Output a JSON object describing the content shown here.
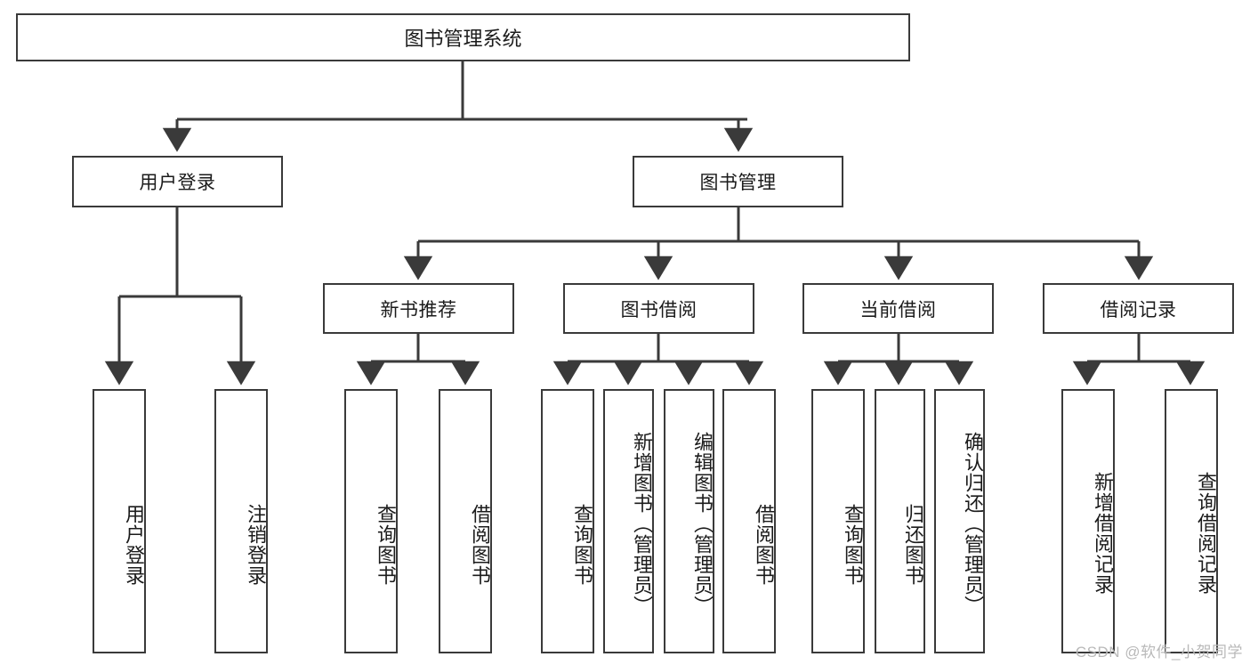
{
  "diagram": {
    "title": "图书管理系统",
    "type": "tree",
    "root": {
      "label": "图书管理系统"
    },
    "level2": [
      {
        "label": "用户登录"
      },
      {
        "label": "图书管理"
      }
    ],
    "level3": [
      {
        "label": "新书推荐"
      },
      {
        "label": "图书借阅"
      },
      {
        "label": "当前借阅"
      },
      {
        "label": "借阅记录"
      }
    ],
    "leaves": {
      "user_login": [
        {
          "label": "用户登录"
        },
        {
          "label": "注销登录"
        }
      ],
      "new_book_recommend": [
        {
          "label": "查询图书"
        },
        {
          "label": "借阅图书"
        }
      ],
      "book_borrow": [
        {
          "label": "查询图书"
        },
        {
          "label": "新增图书（管理员）"
        },
        {
          "label": "编辑图书（管理员）"
        },
        {
          "label": "借阅图书"
        }
      ],
      "current_borrow": [
        {
          "label": "查询图书"
        },
        {
          "label": "归还图书"
        },
        {
          "label": "确认归还（管理员）"
        }
      ],
      "borrow_records": [
        {
          "label": "新增借阅记录"
        },
        {
          "label": "查询借阅记录"
        }
      ]
    }
  },
  "watermark": {
    "text": "CSDN @软件_小贺同学"
  },
  "colors": {
    "stroke": "#3a3a3a",
    "text": "#1b1b1b",
    "background": "#ffffff",
    "watermark": "#b9b9b9"
  }
}
